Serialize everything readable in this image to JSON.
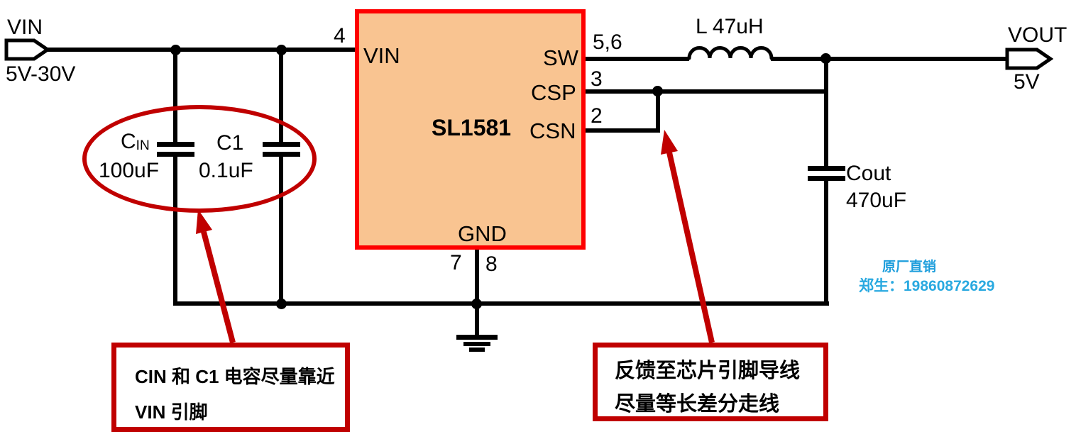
{
  "colors": {
    "wire": "#000000",
    "ic_fill": "#F9C491",
    "ic_border": "#FE0000",
    "annotation_red": "#C00000",
    "watermark_blue": "#1E9EDC"
  },
  "input_terminal": {
    "label": "VIN",
    "voltage_range": "5V-30V"
  },
  "output_terminal": {
    "label": "VOUT",
    "voltage": "5V"
  },
  "ic": {
    "part_number": "SL1581",
    "pins": {
      "vin": {
        "name": "VIN",
        "number": "4"
      },
      "sw": {
        "name": "SW",
        "number": "5,6"
      },
      "csp": {
        "name": "CSP",
        "number": "3"
      },
      "csn": {
        "name": "CSN",
        "number": "2"
      },
      "gnd": {
        "name": "GND",
        "number_left": "7",
        "number_right": "8"
      }
    }
  },
  "components": {
    "cin": {
      "ref_main": "C",
      "ref_sub": "IN",
      "value": "100uF"
    },
    "c1": {
      "ref": "C1",
      "value": "0.1uF"
    },
    "inductor": {
      "label": "L 47uH"
    },
    "cout": {
      "ref": "Cout",
      "value": "470uF"
    }
  },
  "annotations": {
    "input_caps": {
      "line1": "CIN 和 C1 电容尽量靠近",
      "line2": "VIN 引脚"
    },
    "feedback": {
      "line1": "反馈至芯片引脚导线",
      "line2": "尽量等长差分走线"
    }
  },
  "watermark": {
    "line1": "原厂直销",
    "line2": "郑生：19860872629"
  }
}
